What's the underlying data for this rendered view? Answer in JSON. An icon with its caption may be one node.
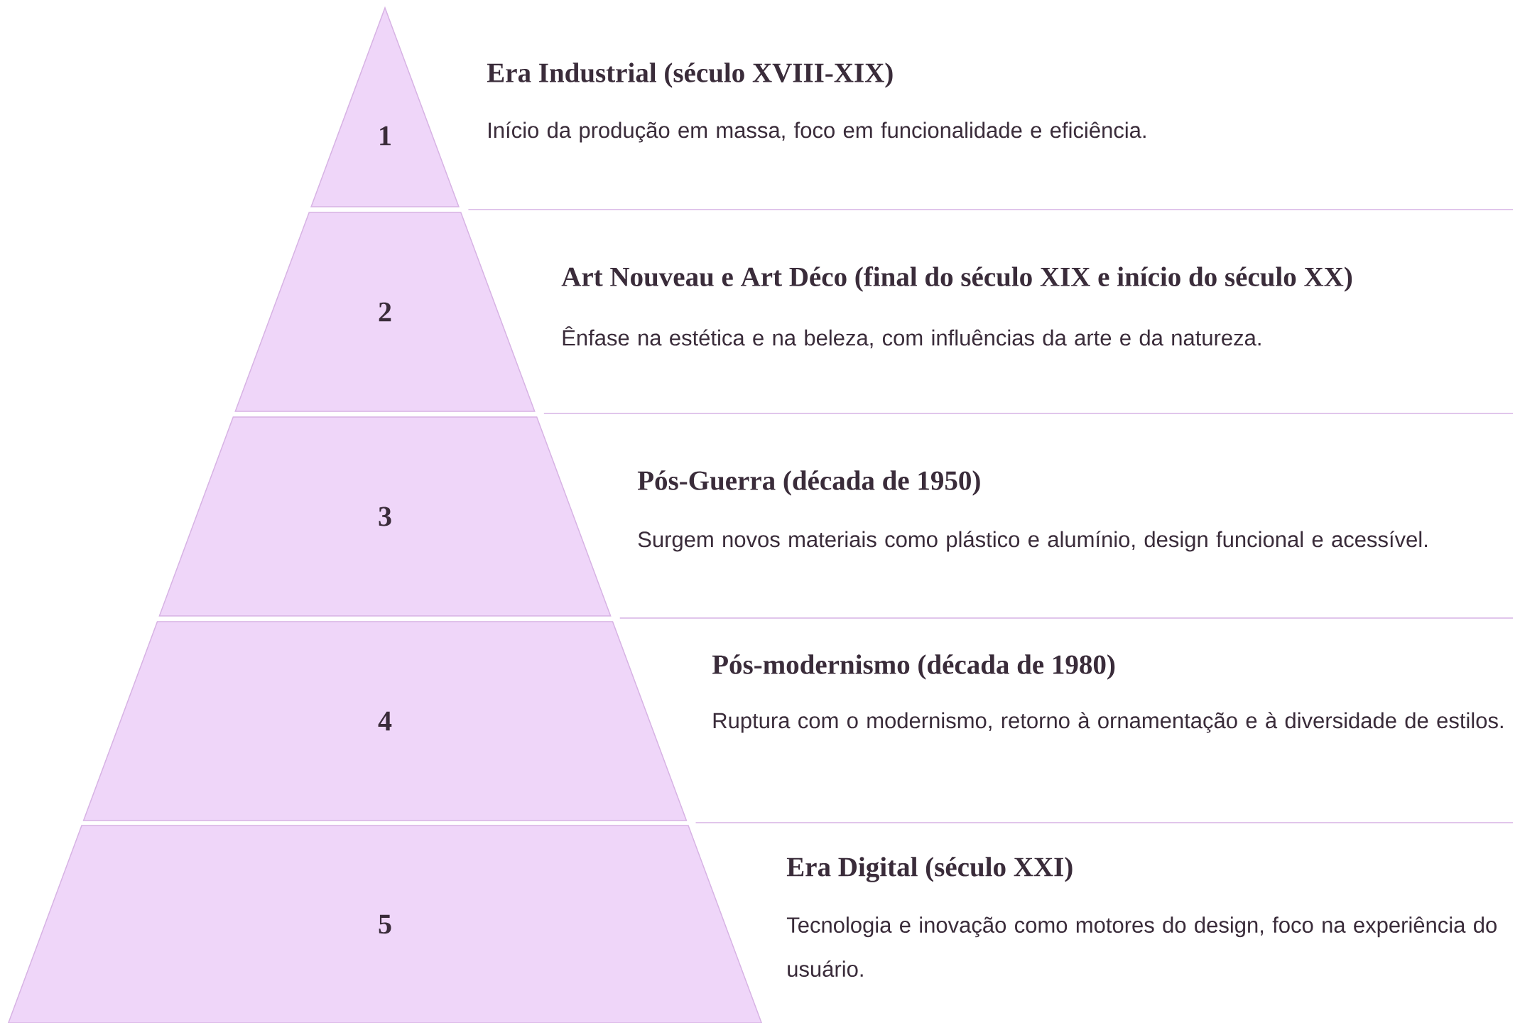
{
  "diagram": {
    "nodes": [
      {
        "text": [
          "1"
        ],
        "beside": [
          "Era Industrial (século XVIII-XIX)",
          "Início da produção em massa, foco em funcionalidade e eficiência."
        ]
      },
      {
        "text": [
          "2"
        ],
        "beside": [
          "Art Nouveau e Art Déco (final do século XIX e início do século XX)",
          "Ênfase na estética e na beleza, com influências da arte e da natureza."
        ]
      },
      {
        "text": [
          "3"
        ],
        "beside": [
          "Pós-Guerra (década de 1950)",
          "Surgem novos materiais como plástico e alumínio, design funcional e acessível."
        ]
      },
      {
        "text": [
          "4"
        ],
        "beside": [
          "Pós-modernismo (década de 1980)",
          "Ruptura com o modernismo, retorno à ornamentação e à diversidade de estilos."
        ]
      },
      {
        "text": [
          "5"
        ],
        "beside": [
          "Era Digital (século XXI)",
          "Tecnologia e inovação como motores do design, foco na experiência do usuário."
        ]
      }
    ]
  }
}
